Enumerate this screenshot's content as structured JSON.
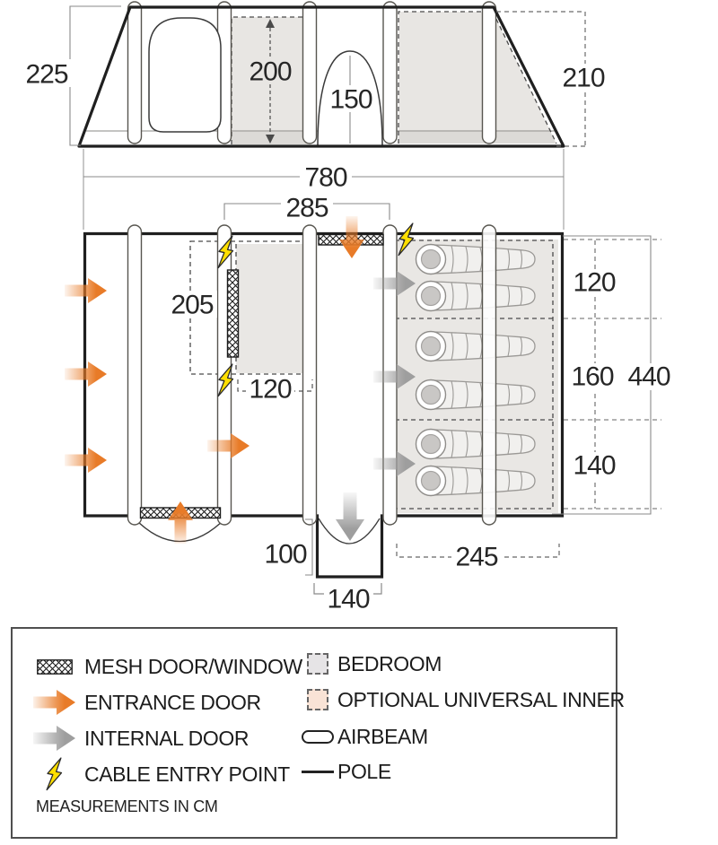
{
  "elevation": {
    "label_height_left": "225",
    "label_bedroom_height": "200",
    "label_door_height": "150",
    "label_height_right": "210",
    "label_total_width": "780"
  },
  "floorplan": {
    "label_front_width": "285",
    "label_inner_depth": "205",
    "label_inner_width": "120",
    "label_porch_depth": "100",
    "label_porch_width": "140",
    "label_bedroom_length": "245",
    "label_total_depth": "440",
    "label_section_1": "120",
    "label_section_2": "160",
    "label_section_3": "140"
  },
  "legend": {
    "items_left": [
      {
        "icon": "mesh-door-window-icon",
        "label": "MESH DOOR/WINDOW"
      },
      {
        "icon": "entrance-door-icon",
        "label": "ENTRANCE DOOR"
      },
      {
        "icon": "internal-door-icon",
        "label": "INTERNAL DOOR"
      },
      {
        "icon": "cable-entry-icon",
        "label": "CABLE ENTRY POINT"
      }
    ],
    "items_right": [
      {
        "icon": "bedroom-swatch",
        "label": "BEDROOM"
      },
      {
        "icon": "optional-universal-inner-swatch",
        "label": "OPTIONAL UNIVERSAL INNER"
      },
      {
        "icon": "airbeam-icon",
        "label": "AIRBEAM"
      },
      {
        "icon": "pole-icon",
        "label": "POLE"
      }
    ],
    "footnote": "MEASUREMENTS IN CM"
  },
  "colors": {
    "entrance_orange": "#e87b28",
    "internal_gray": "#a3a3a3",
    "cable_yellow": "#ffdf00",
    "bedroom_gray": "#e8e6e3",
    "optional_inner_peach": "#f9e3d6",
    "outline_black": "#1f1f1f"
  }
}
